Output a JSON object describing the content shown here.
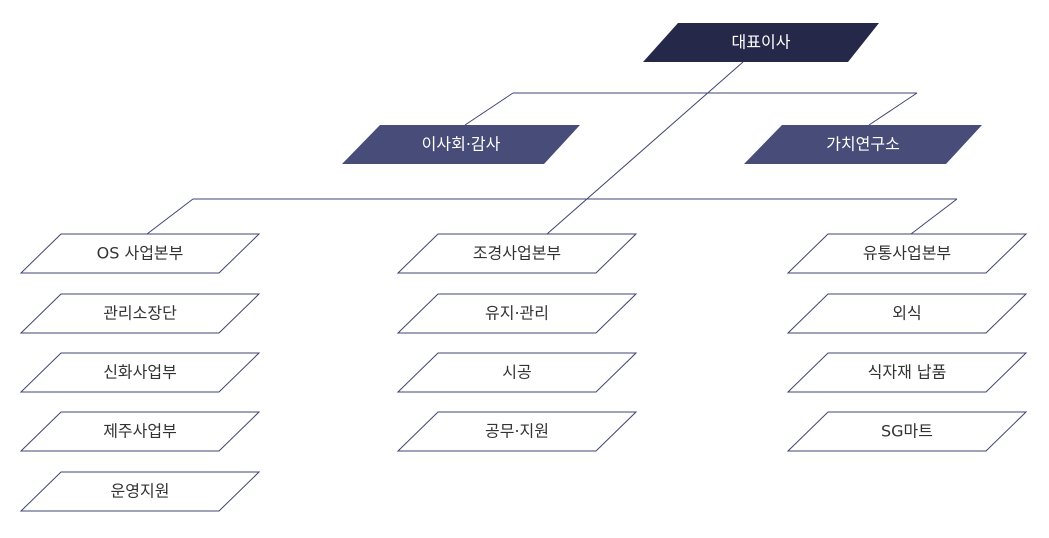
{
  "colors": {
    "top": "#26284a",
    "second": "#474c78",
    "outline": "#3f4470",
    "text_dark": "#333333",
    "text_light": "#ffffff"
  },
  "ceo": "대표이사",
  "board": "이사회·감사",
  "institute": "가치연구소",
  "divisions": [
    {
      "title": "OS 사업본부",
      "items": [
        "관리소장단",
        "신화사업부",
        "제주사업부",
        "운영지원"
      ]
    },
    {
      "title": "조경사업본부",
      "items": [
        "유지·관리",
        "시공",
        "공무·지원"
      ]
    },
    {
      "title": "유통사업본부",
      "items": [
        "외식",
        "식자재 납품",
        "SG마트"
      ]
    }
  ]
}
